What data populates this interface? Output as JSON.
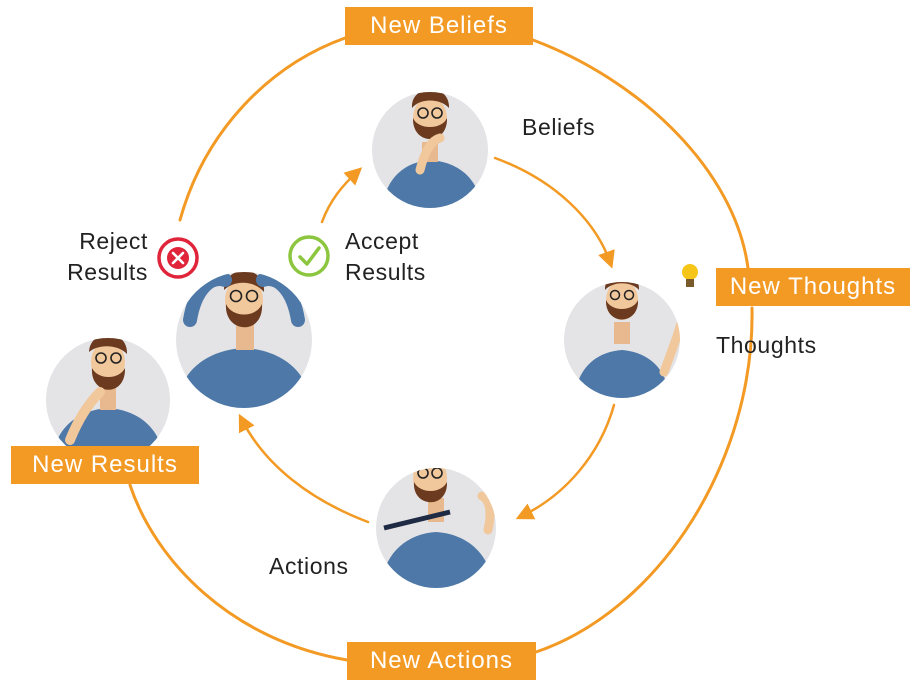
{
  "outer_labels": {
    "new_beliefs": "New Beliefs",
    "new_thoughts": "New Thoughts",
    "new_actions": "New Actions",
    "new_results": "New Results"
  },
  "inner_labels": {
    "beliefs": "Beliefs",
    "thoughts": "Thoughts",
    "actions": "Actions"
  },
  "decision": {
    "reject_line1": "Reject",
    "reject_line2": "Results",
    "accept_line1": "Accept",
    "accept_line2": "Results"
  },
  "icons": {
    "reject": "x-circle-icon",
    "accept": "check-circle-icon",
    "idea": "lightbulb-icon"
  },
  "colors": {
    "accent_orange": "#f39a24",
    "reject_red": "#e0243a",
    "accept_green": "#8cc63f",
    "shirt_blue": "#4d78a8",
    "avatar_bg": "#e4e4e6"
  }
}
